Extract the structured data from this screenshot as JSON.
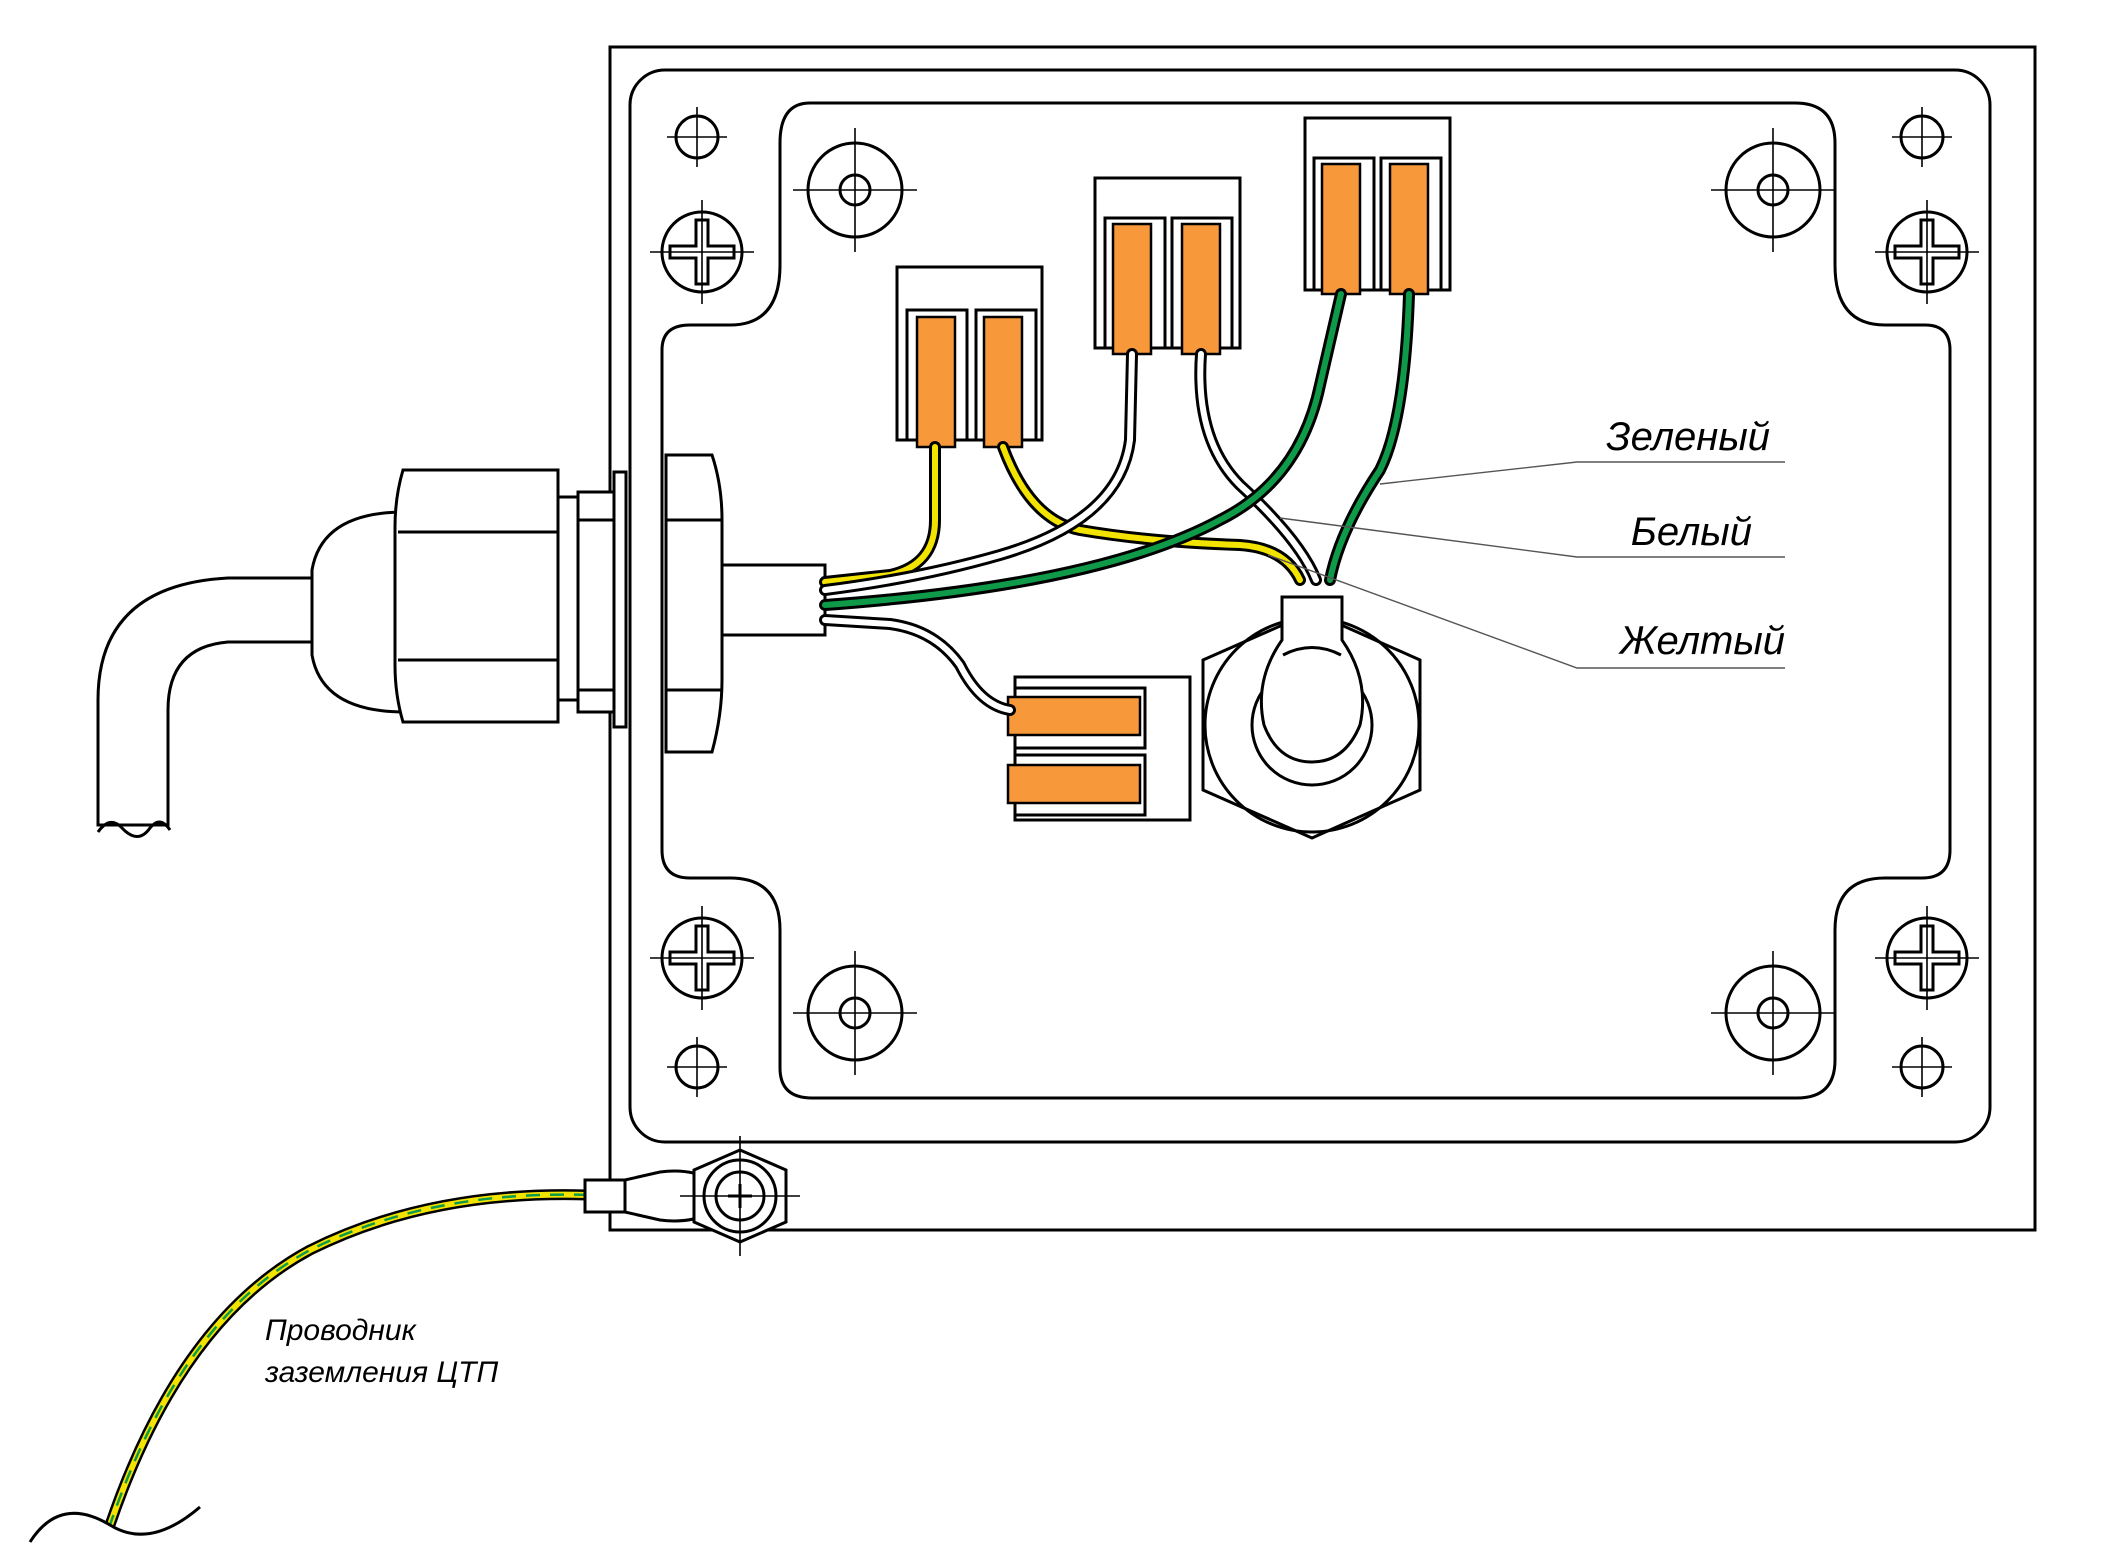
{
  "labels": {
    "green": "Зеленый",
    "white": "Белый",
    "yellow": "Желтый",
    "ground_line1": "Проводник",
    "ground_line2": "заземления ЦТП"
  },
  "colors": {
    "terminal": "#F7993B",
    "wire_yellow": "#F2E400",
    "wire_green": "#0E9A48",
    "wire_white": "#ffffff",
    "outline": "#000000"
  }
}
